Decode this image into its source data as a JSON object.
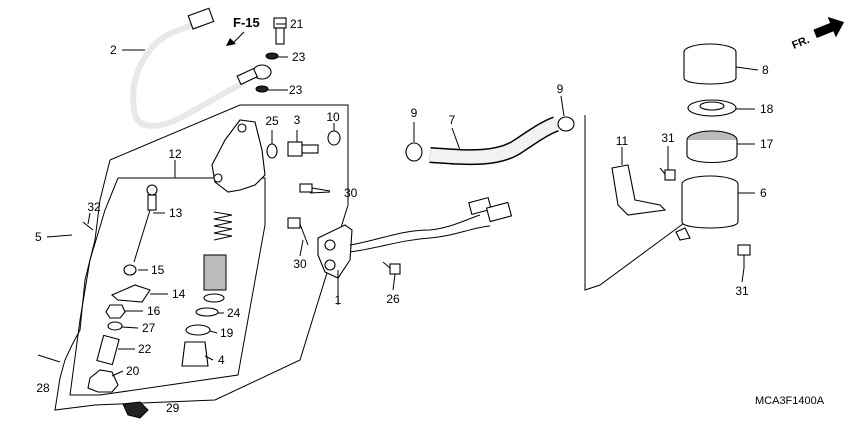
{
  "diagram": {
    "reference": "F-15",
    "direction": "FR.",
    "code": "MCA3F1400A",
    "callouts": [
      "1",
      "2",
      "3",
      "4",
      "5",
      "6",
      "7",
      "8",
      "9",
      "9",
      "10",
      "11",
      "12",
      "13",
      "14",
      "15",
      "16",
      "17",
      "18",
      "19",
      "20",
      "21",
      "22",
      "23",
      "23",
      "24",
      "25",
      "26",
      "27",
      "28",
      "29",
      "30",
      "30",
      "31",
      "31",
      "32"
    ]
  }
}
